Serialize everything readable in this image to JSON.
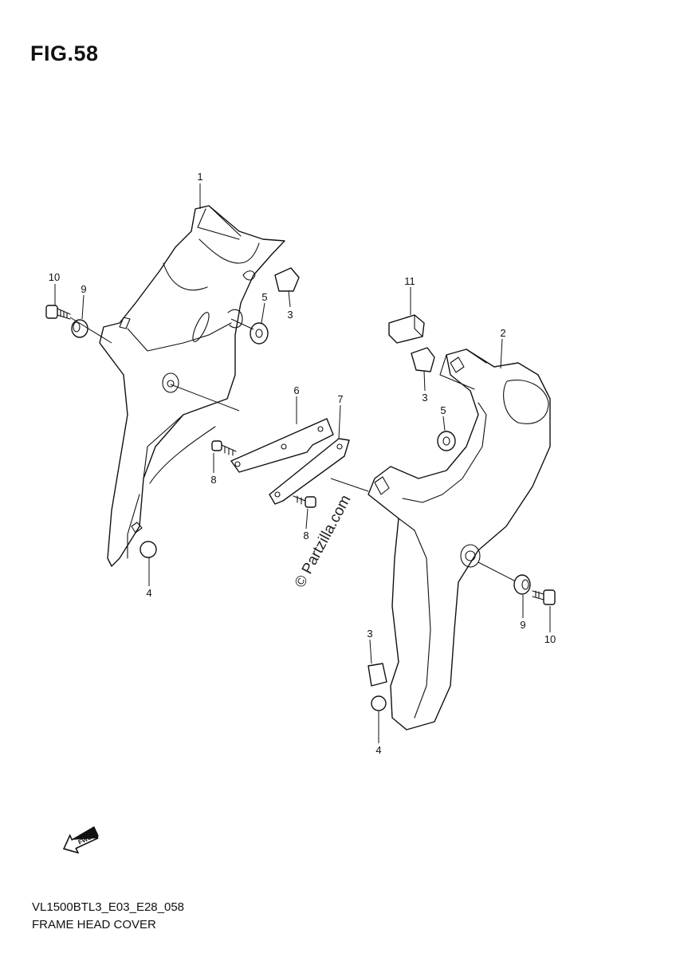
{
  "figure": {
    "title": "FIG.58"
  },
  "callouts": {
    "c1": "1",
    "c2": "2",
    "c3a": "3",
    "c3b": "3",
    "c3c": "3",
    "c4a": "4",
    "c4b": "4",
    "c5a": "5",
    "c5b": "5",
    "c6": "6",
    "c7": "7",
    "c8a": "8",
    "c8b": "8",
    "c9a": "9",
    "c9b": "9",
    "c10a": "10",
    "c10b": "10",
    "c11": "11"
  },
  "watermark": "© Partzilla.com",
  "forward_arrow": {
    "label": "FWD",
    "icon": "forward-arrow-icon"
  },
  "footer": {
    "model_code": "VL1500BTL3_E03_E28_058",
    "section_name": "FRAME HEAD COVER"
  }
}
